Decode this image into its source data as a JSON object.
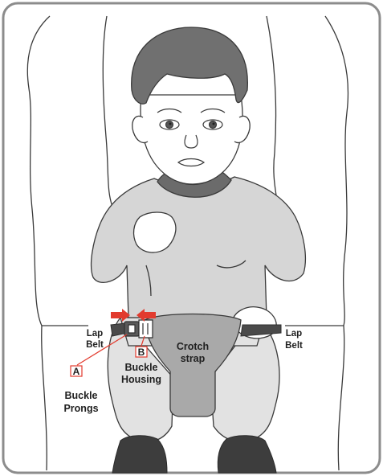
{
  "labels": {
    "lap_belt_left_line1": "Lap",
    "lap_belt_left_line2": "Belt",
    "lap_belt_right_line1": "Lap",
    "lap_belt_right_line2": "Belt",
    "crotch_strap_line1": "Crotch",
    "crotch_strap_line2": "strap",
    "marker_a": "A",
    "marker_b": "B",
    "buckle_housing_line1": "Buckle",
    "buckle_housing_line2": "Housing",
    "buckle_prongs_line1": "Buckle",
    "buckle_prongs_line2": "Prongs"
  },
  "colors": {
    "outline": "#3a3a3a",
    "frame": "#8c8c8c",
    "shirt": "#d6d6d6",
    "pants": "#e2e2e2",
    "collar": "#6b6b6b",
    "hair": "#707070",
    "crotch_strap": "#a9a9a9",
    "belt": "#4a4a4a",
    "shoes": "#3d3d3d",
    "arrow": "#e23b2e",
    "callout": "#e23b2e",
    "skin": "#ffffff"
  }
}
